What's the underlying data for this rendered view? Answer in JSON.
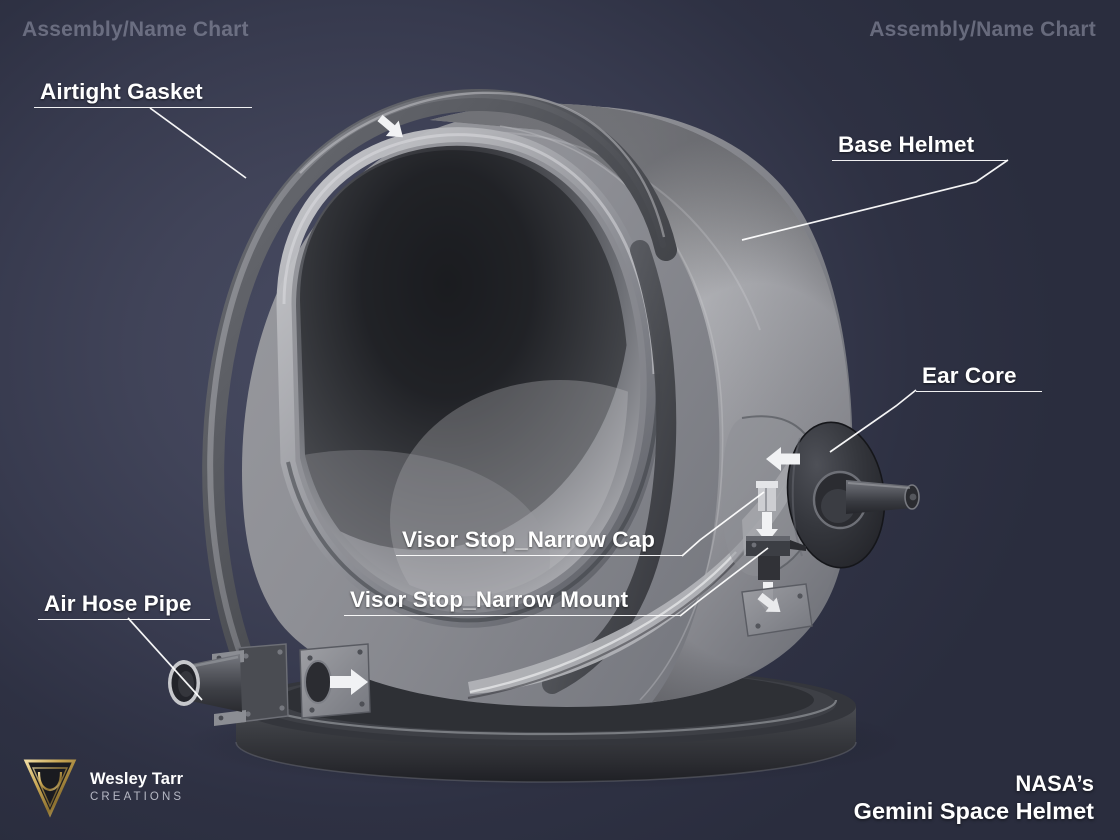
{
  "header": {
    "left_title": "Assembly/Name Chart",
    "right_title": "Assembly/Name Chart"
  },
  "callouts": [
    {
      "id": "airtight-gasket",
      "label": "Airtight Gasket"
    },
    {
      "id": "base-helmet",
      "label": "Base Helmet"
    },
    {
      "id": "ear-core",
      "label": "Ear Core"
    },
    {
      "id": "air-hose-pipe",
      "label": "Air Hose Pipe"
    },
    {
      "id": "visor-stop-narrow-cap",
      "label": "Visor Stop_Narrow Cap"
    },
    {
      "id": "visor-stop-narrow-mount",
      "label": "Visor Stop_Narrow Mount"
    }
  ],
  "footer": {
    "brand_name": "Wesley Tarr",
    "brand_sub": "CREATIONS",
    "title_line1": "NASA’s",
    "title_line2": "Gemini Space Helmet"
  },
  "colors": {
    "background_center": "#474b62",
    "background_edge": "#2a2d3e",
    "header_text": "#8d90a3",
    "label_text": "#ffffff",
    "helmet_light": "#b9babe",
    "helmet_mid": "#97989d",
    "helmet_dark": "#55575e",
    "part_dark": "#3a3c42",
    "brand_gold": "#d9b558"
  }
}
